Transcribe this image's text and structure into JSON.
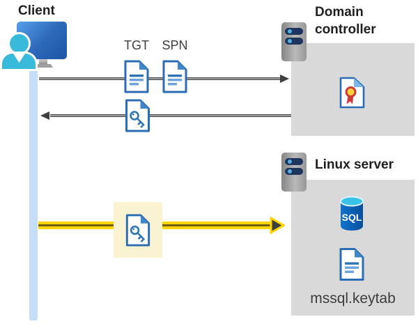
{
  "client": {
    "label": "Client"
  },
  "tickets": {
    "tgt": "TGT",
    "spn": "SPN"
  },
  "domain_controller": {
    "label": "Domain controller"
  },
  "linux_server": {
    "label": "Linux server",
    "sql_text": "SQL",
    "keytab_file": "mssql.keytab"
  },
  "icons": {
    "client": "client-user-pc-icon",
    "domain_controller": "server-icon",
    "linux_server": "server-icon",
    "tgt": "document-icon",
    "spn": "document-icon",
    "service_ticket": "key-document-icon",
    "certificate": "certificate-document-icon",
    "sql": "sql-database-cylinder-icon",
    "keytab": "document-icon"
  },
  "colors": {
    "document_blue": "#2b6cb3",
    "panel_gray": "#d9d9d9",
    "timeline_blue": "#c5ddf7",
    "arrow_dark": "#3f3f3f",
    "arrow_yellow": "#ffd400",
    "highlight_yellow": "#faf3d2",
    "sql_cylinder_blue": "#0b60b6",
    "sql_cylinder_top": "#39c1e6",
    "certificate_gold": "#ffd23b",
    "certificate_red": "#cf3a3a",
    "server_bar_navy": "#1e355e",
    "person_cyan": "#38bada"
  }
}
